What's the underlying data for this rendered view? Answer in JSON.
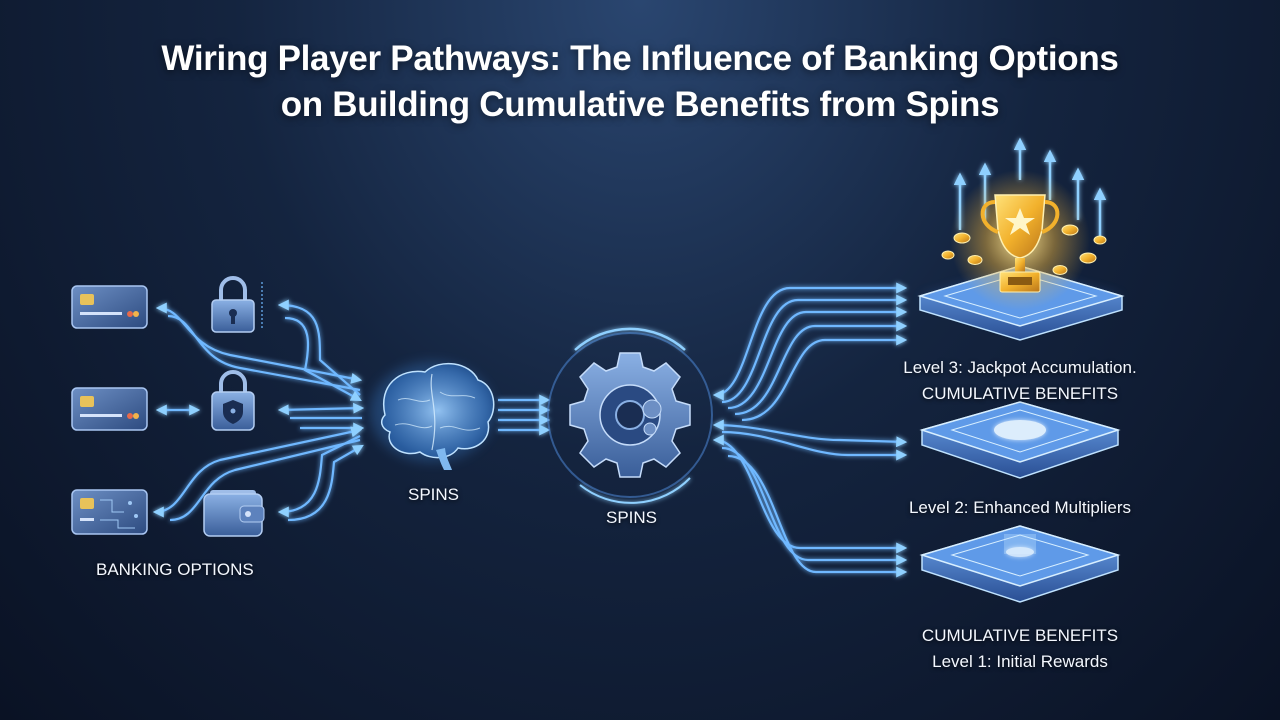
{
  "title": {
    "line1": "Wiring Player Pathways: The Influence of Banking Options",
    "line2": "on Building Cumulative Benefits from Spins"
  },
  "left": {
    "banking_label": "BANKING OPTIONS",
    "items": [
      {
        "card": "credit-card-icon",
        "secure": "padlock-icon"
      },
      {
        "card": "credit-card-icon",
        "secure": "shield-padlock-icon"
      },
      {
        "card": "chip-card-icon",
        "secure": "wallet-icon"
      }
    ]
  },
  "center": {
    "brain_label": "SPINS",
    "gear_label": "SPINS"
  },
  "right": {
    "level3_line1": "Level 3: Jackpot Accumulation.",
    "level3_line2": "CUMULATIVE BENEFITS",
    "level2": "Level 2: Enhanced Multipliers",
    "level1_line1": "CUMULATIVE BENEFITS",
    "level1_line2": "Level 1: Initial Rewards"
  },
  "colors": {
    "background": "#0c1428",
    "glow": "#6fb8ff",
    "gold": "#f5c542",
    "platform": "#4f8fe0"
  }
}
